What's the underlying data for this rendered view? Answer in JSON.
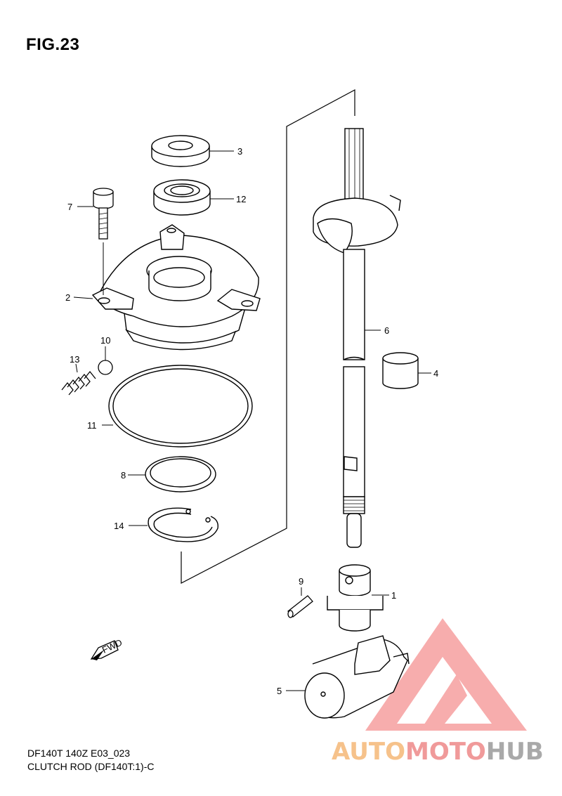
{
  "figure": {
    "title": "FIG.23",
    "caption_line1": "DF140T 140Z E03_023",
    "caption_line2": "CLUTCH ROD (DF140T:1)-C"
  },
  "callouts": {
    "c1": "1",
    "c2": "2",
    "c3": "3",
    "c4": "4",
    "c5": "5",
    "c6": "6",
    "c7": "7",
    "c8": "8",
    "c9": "9",
    "c10": "10",
    "c11": "11",
    "c12": "12",
    "c13": "13",
    "c14": "14"
  },
  "fwd_arrow": {
    "label": "FWD"
  },
  "watermark": {
    "part1": "AUTO",
    "part2": "MOTO",
    "part3": "HUB",
    "colors": {
      "part1": "#f6c28b",
      "part2": "#f09a9a",
      "part3": "#a9a9a9",
      "triangle": "#f26b6b"
    }
  }
}
